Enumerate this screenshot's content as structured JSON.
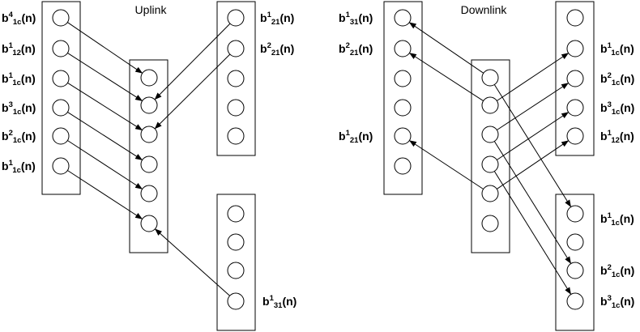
{
  "titles": {
    "uplink": "Uplink",
    "downlink": "Downlink"
  },
  "uplink_labels": [
    {
      "sup": "4",
      "sub": "1c"
    },
    {
      "sup": "1",
      "sub": "12"
    },
    {
      "sup": "1",
      "sub": "1c"
    },
    {
      "sup": "3",
      "sub": "1c"
    },
    {
      "sup": "2",
      "sub": "1c"
    },
    {
      "sup": "1",
      "sub": "1c"
    },
    {
      "sup": "1",
      "sub": "21"
    },
    {
      "sup": "2",
      "sub": "21"
    },
    {
      "sup": "1",
      "sub": "31"
    }
  ],
  "downlink_labels": [
    {
      "sup": "1",
      "sub": "31"
    },
    {
      "sup": "2",
      "sub": "21"
    },
    {
      "sup": "1",
      "sub": "21"
    },
    {
      "sup": "1",
      "sub": "1c"
    },
    {
      "sup": "2",
      "sub": "1c"
    },
    {
      "sup": "3",
      "sub": "1c"
    },
    {
      "sup": "1",
      "sub": "12"
    },
    {
      "sup": "1",
      "sub": "1c"
    },
    {
      "sup": "2",
      "sub": "1c"
    },
    {
      "sup": "3",
      "sub": "1c"
    }
  ],
  "label_parts": {
    "base": "b",
    "suffix": "(n)"
  },
  "colors": {
    "line": "#000000",
    "background": "#ffffff"
  }
}
